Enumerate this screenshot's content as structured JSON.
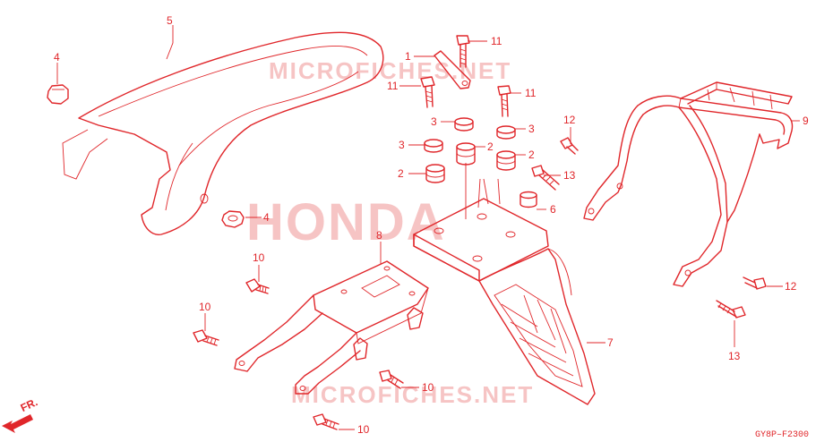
{
  "diagram": {
    "code": "GY8P–F2300",
    "front_label": "FR.",
    "colors": {
      "line": "#e0262a",
      "watermark": "#f6c4c4"
    }
  },
  "watermarks": {
    "top": "MICROFICHES.NET",
    "center": "HONDA",
    "bottom": "MICROFICHES.NET"
  },
  "callouts": {
    "seat": "5",
    "cap_left": "4",
    "cap_center": "4",
    "stay": "1",
    "bolt_top": "11",
    "bolt_left": "11",
    "bolt_right": "11",
    "washer_left": "3",
    "washer_center": "3",
    "washer_right": "3",
    "grommet_center": "2",
    "grommet_left": "2",
    "grommet_right": "2",
    "grommet_small": "6",
    "bolt_12_top": "12",
    "bolt_13_top": "13",
    "carrier": "9",
    "bolt_12_bottom": "12",
    "bolt_13_bottom": "13",
    "bracket": "8",
    "bolt_10_a": "10",
    "bolt_10_b": "10",
    "bolt_10_c": "10",
    "bolt_10_d": "10",
    "fender": "7"
  }
}
